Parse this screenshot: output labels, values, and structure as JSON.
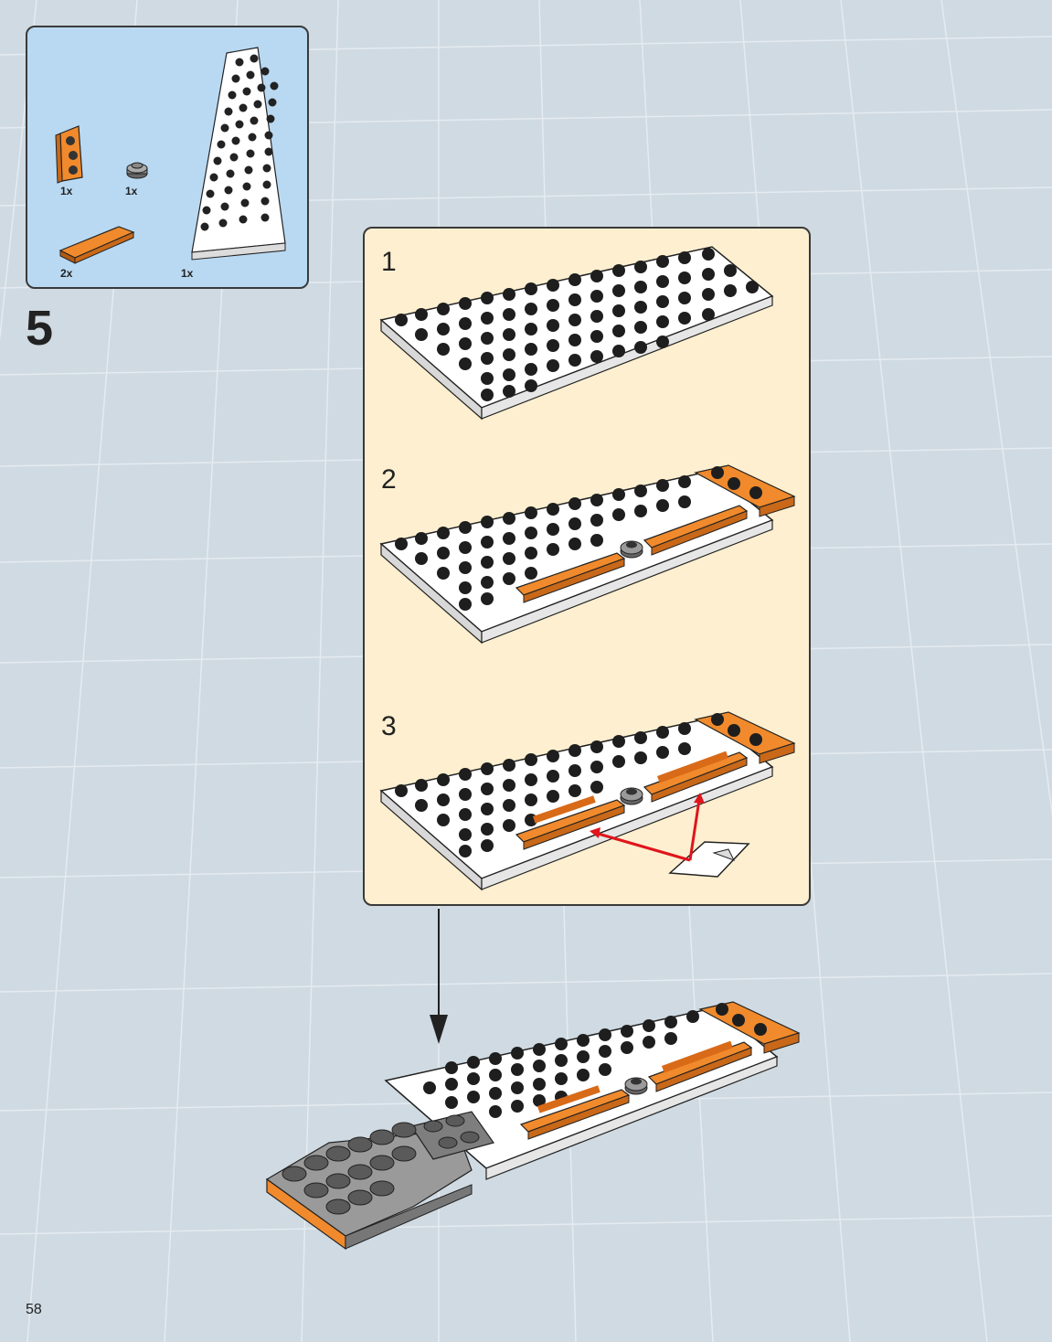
{
  "step": {
    "number": "5"
  },
  "parts": [
    {
      "name": "orange wedge plate",
      "qty": "1x",
      "color": "#f08a2c"
    },
    {
      "name": "dark gray round plate",
      "qty": "1x",
      "color": "#7d7d7d"
    },
    {
      "name": "orange tile",
      "qty": "2x",
      "color": "#f08a2c"
    },
    {
      "name": "white wedge plate",
      "qty": "1x",
      "color": "#ffffff"
    }
  ],
  "substeps": [
    {
      "number": "1"
    },
    {
      "number": "2"
    },
    {
      "number": "3"
    }
  ],
  "page": {
    "number": "58"
  },
  "colors": {
    "parts_background": "#b9d9f2",
    "substep_background": "#fdefcf",
    "brick_orange": "#f08a2c",
    "brick_white": "#ffffff",
    "arrow_red": "#e0141c",
    "page_background": "#cfdae2"
  }
}
